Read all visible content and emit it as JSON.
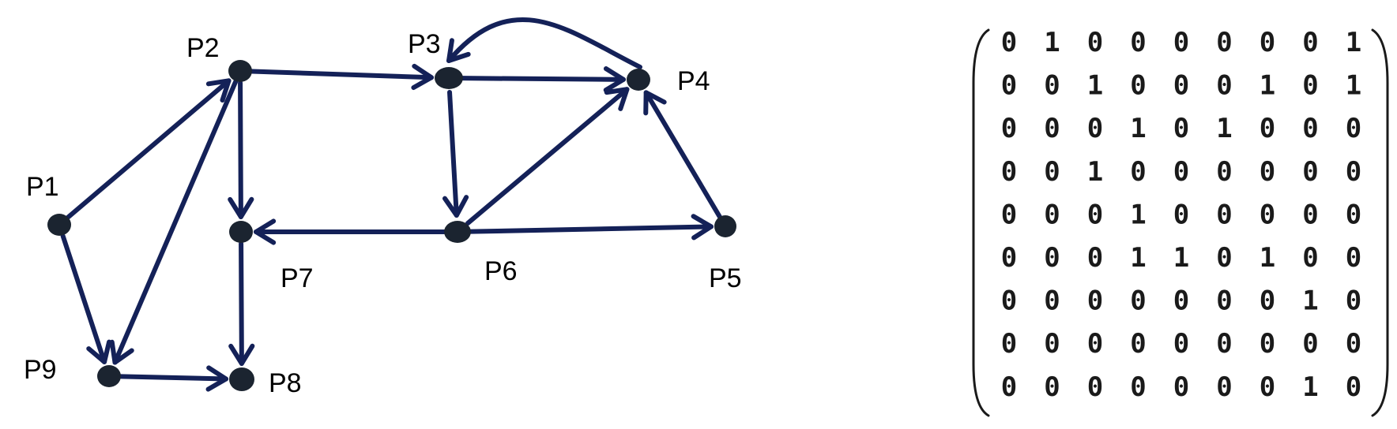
{
  "colors": {
    "edge": "#142158",
    "node": "#1b2430",
    "text": "#000000",
    "matrix_text": "#1a1a1a",
    "background": "#ffffff"
  },
  "graph": {
    "nodes": [
      {
        "id": "P1",
        "label": "P1"
      },
      {
        "id": "P2",
        "label": "P2"
      },
      {
        "id": "P3",
        "label": "P3"
      },
      {
        "id": "P4",
        "label": "P4"
      },
      {
        "id": "P5",
        "label": "P5"
      },
      {
        "id": "P6",
        "label": "P6"
      },
      {
        "id": "P7",
        "label": "P7"
      },
      {
        "id": "P8",
        "label": "P8"
      },
      {
        "id": "P9",
        "label": "P9"
      }
    ],
    "edges": [
      {
        "from": "P1",
        "to": "P2"
      },
      {
        "from": "P1",
        "to": "P9"
      },
      {
        "from": "P2",
        "to": "P3"
      },
      {
        "from": "P2",
        "to": "P7"
      },
      {
        "from": "P2",
        "to": "P9"
      },
      {
        "from": "P3",
        "to": "P4"
      },
      {
        "from": "P3",
        "to": "P6"
      },
      {
        "from": "P4",
        "to": "P3"
      },
      {
        "from": "P5",
        "to": "P4"
      },
      {
        "from": "P6",
        "to": "P4"
      },
      {
        "from": "P6",
        "to": "P5"
      },
      {
        "from": "P6",
        "to": "P7"
      },
      {
        "from": "P7",
        "to": "P8"
      },
      {
        "from": "P9",
        "to": "P8"
      }
    ]
  },
  "matrix": {
    "rows": [
      [
        "0",
        "1",
        "0",
        "0",
        "0",
        "0",
        "0",
        "0",
        "1"
      ],
      [
        "0",
        "0",
        "1",
        "0",
        "0",
        "0",
        "1",
        "0",
        "1"
      ],
      [
        "0",
        "0",
        "0",
        "1",
        "0",
        "1",
        "0",
        "0",
        "0"
      ],
      [
        "0",
        "0",
        "1",
        "0",
        "0",
        "0",
        "0",
        "0",
        "0"
      ],
      [
        "0",
        "0",
        "0",
        "1",
        "0",
        "0",
        "0",
        "0",
        "0"
      ],
      [
        "0",
        "0",
        "0",
        "1",
        "1",
        "0",
        "1",
        "0",
        "0"
      ],
      [
        "0",
        "0",
        "0",
        "0",
        "0",
        "0",
        "0",
        "1",
        "0"
      ],
      [
        "0",
        "0",
        "0",
        "0",
        "0",
        "0",
        "0",
        "0",
        "0"
      ],
      [
        "0",
        "0",
        "0",
        "0",
        "0",
        "0",
        "0",
        "1",
        "0"
      ]
    ]
  }
}
